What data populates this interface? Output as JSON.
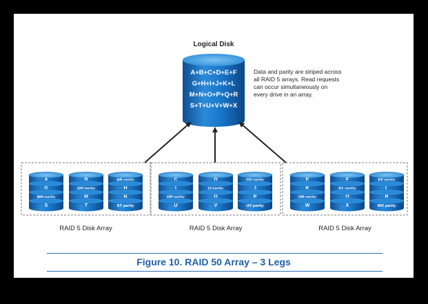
{
  "logical_disk": {
    "title": "Logical Disk",
    "lines": [
      "A+B+C+D+E+F",
      "G+H+I+J+K+L",
      "M+N+O+P+Q+R",
      "S+T+U+V+W+X"
    ]
  },
  "description": {
    "lines": [
      "Data and parity are striped across",
      "all RAID 5 arrays.  Read requests",
      "can occur simultaneously on",
      "every drive in an array."
    ]
  },
  "arrays": [
    {
      "label": "RAID 5 Disk Array",
      "disks": [
        [
          "A",
          "G",
          "MN parity",
          "S"
        ],
        [
          "B",
          "GH parity",
          "M",
          "T"
        ],
        [
          "AB parity",
          "H",
          "N",
          "ST parity"
        ]
      ]
    },
    {
      "label": "RAID 5 Disk Array",
      "disks": [
        [
          "C",
          "I",
          "OP parity",
          "U"
        ],
        [
          "D",
          "IJ parity",
          "O",
          "V"
        ],
        [
          "CD parity",
          "J",
          "P",
          "UV parity"
        ]
      ]
    },
    {
      "label": "RAID 5 Disk Array",
      "disks": [
        [
          "E",
          "K",
          "QR parity",
          "W"
        ],
        [
          "F",
          "KL parity",
          "Q",
          "X"
        ],
        [
          "EF parity",
          "L",
          "R",
          "WX parity"
        ]
      ]
    }
  ],
  "caption": "Figure 10. RAID 50 Array – 3 Legs",
  "colors": {
    "disk_top": "#3d9ee0",
    "disk_body": "#1672c4",
    "disk_dark": "#0e4f93",
    "accent": "#1f5ea8",
    "dash": "#777777"
  }
}
